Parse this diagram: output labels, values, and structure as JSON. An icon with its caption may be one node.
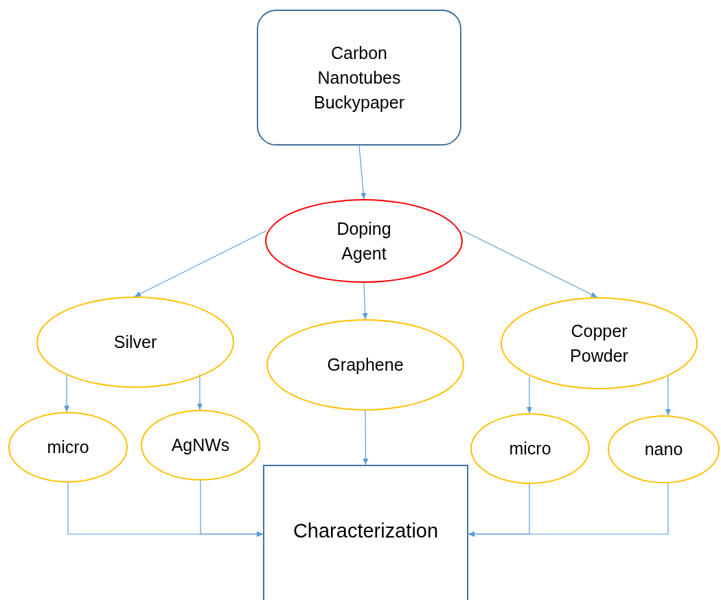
{
  "diagram": {
    "nodes": [
      {
        "text": [
          "Carbon Nanotubes Buckypaper"
        ]
      },
      {
        "text": [
          "Doping Agent"
        ]
      },
      {
        "text": [
          "Silver"
        ]
      },
      {
        "text": [
          "Graphene"
        ]
      },
      {
        "text": [
          "Copper Powder"
        ]
      },
      {
        "text": [
          "micro"
        ]
      },
      {
        "text": [
          "AgNWs"
        ]
      },
      {
        "text": [
          "micro"
        ]
      },
      {
        "text": [
          "nano"
        ]
      },
      {
        "text": [
          "Characterization"
        ]
      }
    ],
    "edges": [
      {
        "from": 0,
        "to": 1,
        "arrow": "to"
      },
      {
        "from": 1,
        "to": 2,
        "arrow": "to"
      },
      {
        "from": 1,
        "to": 3,
        "arrow": "to"
      },
      {
        "from": 1,
        "to": 4,
        "arrow": "to"
      },
      {
        "from": 2,
        "to": 5,
        "arrow": "to"
      },
      {
        "from": 2,
        "to": 6,
        "arrow": "to"
      },
      {
        "from": 3,
        "to": 9,
        "arrow": "to"
      },
      {
        "from": 4,
        "to": 7,
        "arrow": "to"
      },
      {
        "from": 4,
        "to": 8,
        "arrow": "to"
      },
      {
        "from": 5,
        "to": 9,
        "arrow": "to"
      },
      {
        "from": 6,
        "to": 9,
        "arrow": "to"
      },
      {
        "from": 7,
        "to": 9,
        "arrow": "to"
      },
      {
        "from": 8,
        "to": 9,
        "arrow": "to"
      }
    ]
  }
}
